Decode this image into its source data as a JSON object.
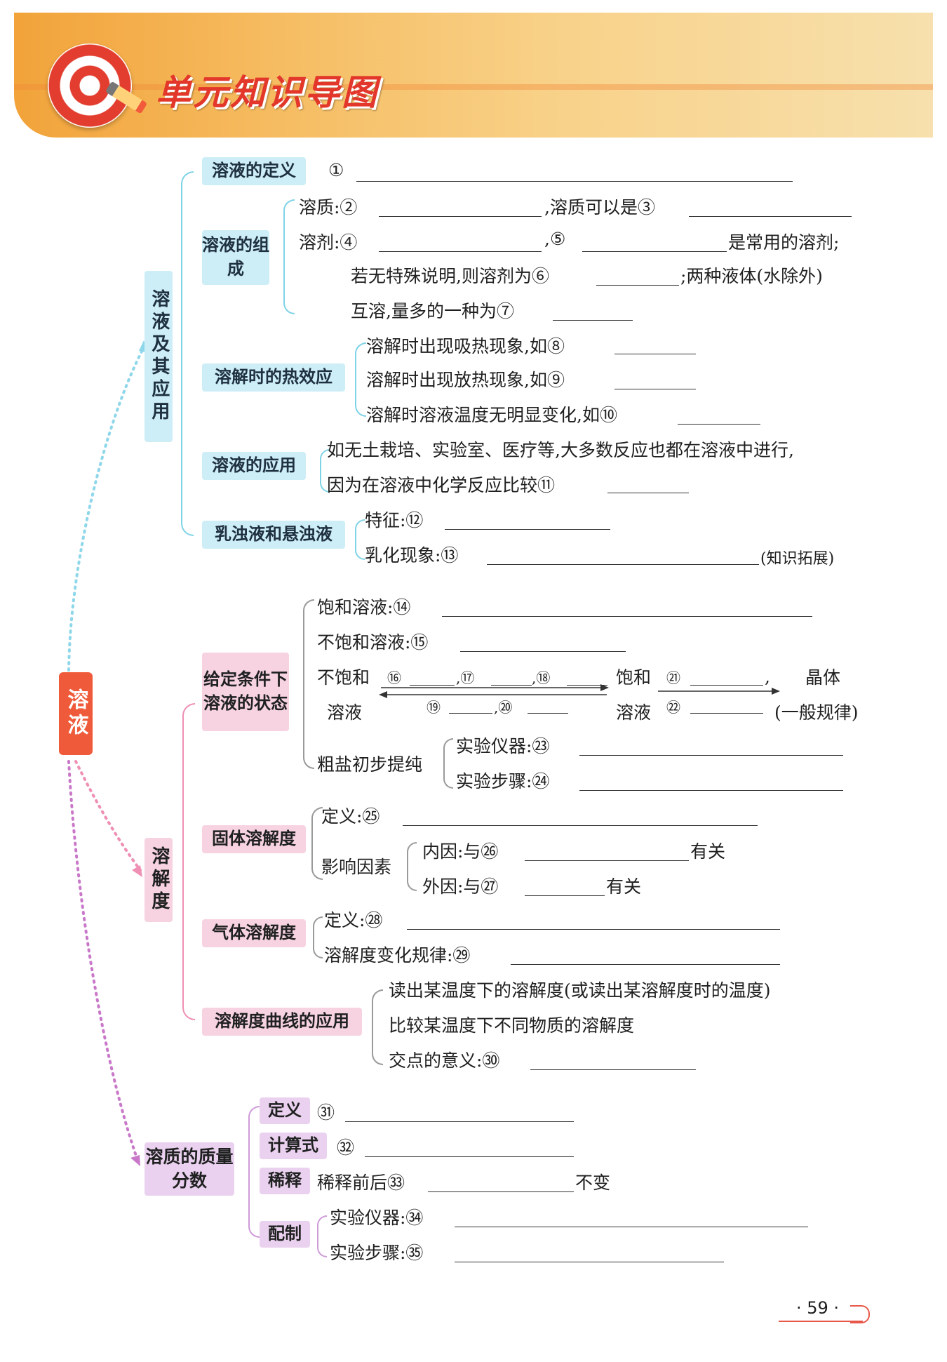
{
  "header": {
    "title": "单元知识导图"
  },
  "root": {
    "label": "溶液"
  },
  "sections": {
    "s1": {
      "label": "溶液及其应用",
      "definition": {
        "label": "溶液的定义",
        "marker": "①"
      },
      "composition": {
        "label": "溶液的组成",
        "line1": {
          "prefix": "溶质:②",
          "mid": ",溶质可以是③"
        },
        "line2": {
          "prefix": "溶剂:④",
          "mid": ",⑤",
          "suffix": "是常用的溶剂;"
        },
        "line3": {
          "prefix": "若无特殊说明,则溶剂为⑥",
          "suffix": ";两种液体(水除外)"
        },
        "line4": {
          "prefix": "互溶,量多的一种为⑦"
        }
      },
      "heat": {
        "label": "溶解时的热效应",
        "items": [
          "溶解时出现吸热现象,如⑧",
          "溶解时出现放热现象,如⑨",
          "溶解时溶液温度无明显变化,如⑩"
        ]
      },
      "application": {
        "label": "溶液的应用",
        "line1": "如无土栽培、实验室、医疗等,大多数反应也都在溶液中进行,",
        "line2": "因为在溶液中化学反应比较⑪"
      },
      "emulsion": {
        "label": "乳浊液和悬浊液",
        "feature": "特征:⑫",
        "emulsify": "乳化现象:⑬",
        "note": "(知识拓展)"
      }
    },
    "s2": {
      "label": "溶解度",
      "state": {
        "label": "给定条件下溶液的状态",
        "saturated": "饱和溶液:⑭",
        "unsaturated": "不饱和溶液:⑮",
        "conversion": {
          "unsat_top": "不饱和",
          "unsat_bottom": "溶液",
          "m16": "⑯",
          "m17": ",⑰",
          "m18": ",⑱",
          "m19": "⑲",
          "m20": ",⑳",
          "sat_top": "饱和",
          "sat_bottom": "溶液",
          "m21": "㉑",
          "m22": "㉒",
          "comma": ",",
          "crystal": "晶体",
          "rule": "(一般规律)"
        },
        "salt": {
          "label": "粗盐初步提纯",
          "instrument": "实验仪器:㉓",
          "steps": "实验步骤:㉔"
        }
      },
      "solid": {
        "label": "固体溶解度",
        "definition": "定义:㉕",
        "factor_label": "影响因素",
        "internal_prefix": "内因:与㉖",
        "internal_suffix": "有关",
        "external_prefix": "外因:与㉗",
        "external_suffix": "有关"
      },
      "gas": {
        "label": "气体溶解度",
        "definition": "定义:㉘",
        "rule": "溶解度变化规律:㉙"
      },
      "curve": {
        "label": "溶解度曲线的应用",
        "items": [
          "读出某温度下的溶解度(或读出某溶解度时的温度)",
          "比较某温度下不同物质的溶解度",
          "交点的意义:㉚"
        ]
      }
    },
    "s3": {
      "label": "溶质的质量分数",
      "definition": {
        "label": "定义",
        "marker": "㉛"
      },
      "formula": {
        "label": "计算式",
        "marker": "㉜"
      },
      "dilution": {
        "label": "稀释",
        "prefix": "稀释前后㉝",
        "suffix": "不变"
      },
      "prepare": {
        "label": "配制",
        "instrument": "实验仪器:㉞",
        "steps": "实验步骤:㉟"
      }
    }
  },
  "footer": {
    "page": "· 59 ·"
  },
  "colors": {
    "cyan": "#cdeef7",
    "pink": "#f7d3e1",
    "purple": "#ead1ef",
    "root": "#ef5b3a",
    "title": "#e2372a"
  }
}
